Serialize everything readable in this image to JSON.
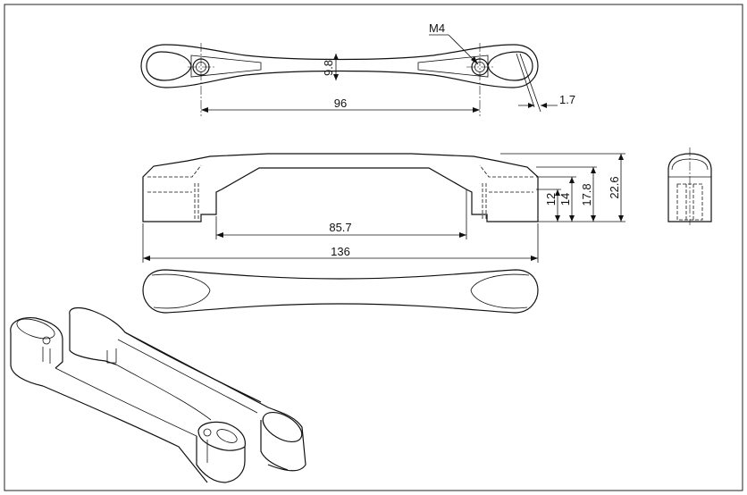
{
  "drawing": {
    "thread_label": "M4",
    "dimensions": {
      "thickness": "9.8",
      "hole_spacing": "96",
      "offset": "1.7",
      "inner_length": "85.7",
      "overall_length": "136",
      "height_12": "12",
      "height_14": "14",
      "height_17_8": "17.8",
      "height_22_6": "22.6"
    }
  }
}
